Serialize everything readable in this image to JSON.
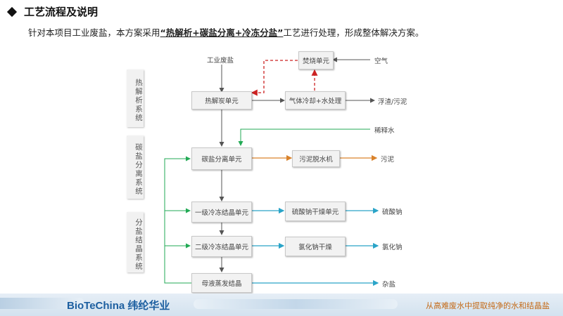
{
  "header": {
    "title": "工艺流程及说明",
    "desc_prefix": "针对本项目工业废盐，本方案采用",
    "desc_highlight": "“热解析+碳盐分离+冷冻分盐”",
    "desc_suffix": "工艺进行处理，形成整体解决方案。"
  },
  "systems": [
    "热解析系统",
    "碳盐分离系统",
    "分盐结晶系统"
  ],
  "nodes": {
    "input": "工业废盐",
    "combustion": "焚烧单元",
    "air": "空气",
    "pyrolysis": "热解炭单元",
    "gas_treatment": "气体冷却+水处理",
    "gas_output": "浮渣/污泥",
    "water_input": "稀释水",
    "separation": "碳盐分离单元",
    "dewater": "污泥脱水机",
    "sludge_output": "污泥",
    "freeze1": "一级冷冻结晶单元",
    "sodium_sulfate_dry": "硫酸钠干燥单元",
    "sodium_sulfate_output": "硫酸钠",
    "freeze2": "二级冷冻结晶单元",
    "nacl_dry": "氯化钠干燥",
    "nacl_output": "氯化钠",
    "mother_liquor": "母液蒸发结晶",
    "misc_output": "杂盐"
  },
  "colors": {
    "main_flow": "#555555",
    "recycle": "#cc2222",
    "water": "#22aa55",
    "sludge": "#d9822b",
    "product": "#2aa4c8"
  },
  "footer": {
    "brand": "BioTeChina 纬纶华业",
    "slogan": "从高难废水中提取纯净的水和结晶盐"
  }
}
